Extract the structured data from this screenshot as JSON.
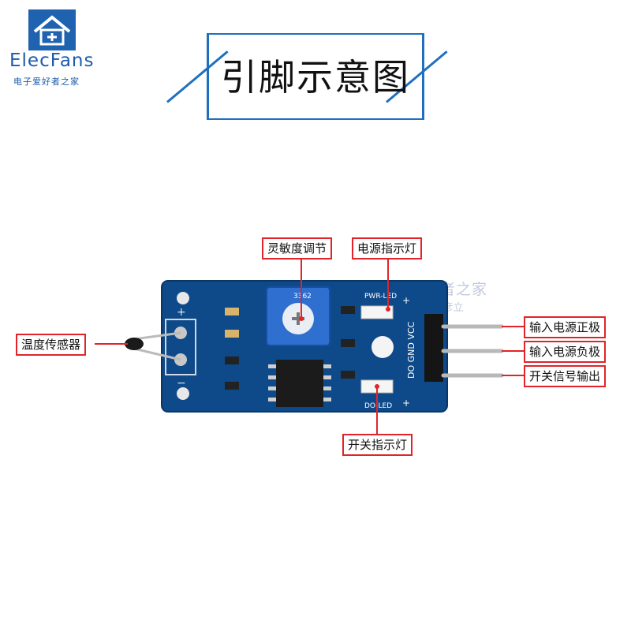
{
  "logo": {
    "name": "ElecFans",
    "subtitle": "电子爱好者之家"
  },
  "title": "引脚示意图",
  "watermark": {
    "line1": "电子爱好者之家",
    "line2": "ElecFans/科彦立"
  },
  "board": {
    "silkscreen": {
      "pwr_led": "PWR-LED",
      "do_led": "DO-LED",
      "pins": "DO GND VCC",
      "plus": "+",
      "minus": "−"
    },
    "potentiometer": "3362"
  },
  "labels": {
    "sensitivity": "灵敏度调节",
    "power_indicator": "电源指示灯",
    "temp_sensor": "温度传感器",
    "vcc_input": "输入电源正极",
    "gnd_input": "输入电源负极",
    "switch_output": "开关信号输出",
    "switch_indicator": "开关指示灯"
  },
  "colors": {
    "board": "#0e4a8a",
    "label_border": "#e0242a",
    "accent": "#1f6fc0"
  }
}
